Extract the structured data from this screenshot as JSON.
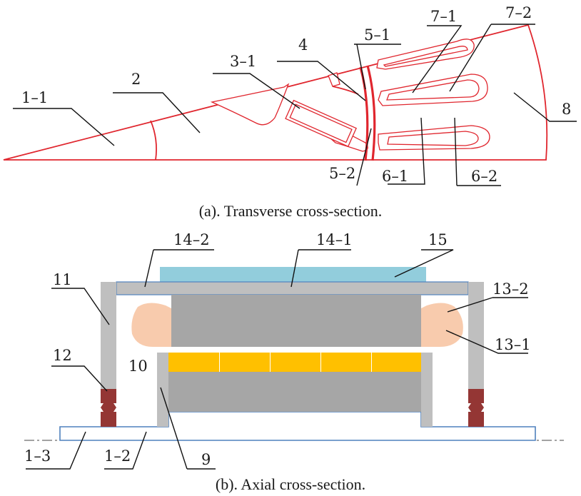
{
  "captions": {
    "transverse": "(a). Transverse cross-section.",
    "axial": "(b). Axial cross-section."
  },
  "labels": {
    "l1_1": "1–1",
    "l2": "2",
    "l3_1": "3–1",
    "l4": "4",
    "l5_1": "5–1",
    "l5_2": "5–2",
    "l6_1": "6–1",
    "l6_2": "6–2",
    "l7_1": "7–1",
    "l7_2": "7–2",
    "l8": "8",
    "l14_2": "14–2",
    "l14_1": "14–1",
    "l15": "15",
    "l11": "11",
    "l13_2": "13–2",
    "l13_1": "13–1",
    "l12": "12",
    "l10": "10",
    "l1_3": "1–3",
    "l1_2": "1–2",
    "l9": "9"
  },
  "colors": {
    "outline_red": "#e0262e",
    "frame_gray": "#bfbfbf",
    "core_gray": "#a6a6a6",
    "magnet_yellow": "#ffc000",
    "coil_peach": "#f8cbad",
    "cooling_blue": "#92cddc",
    "bearing_brown": "#943634"
  }
}
